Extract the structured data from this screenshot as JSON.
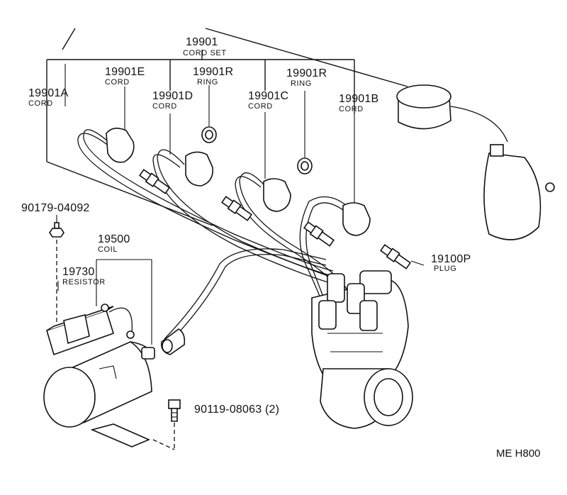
{
  "parts": {
    "cord_set": {
      "number": "19901",
      "name": "CORD SET"
    },
    "cord_e": {
      "number": "19901E",
      "name": "CORD"
    },
    "ring_1": {
      "number": "19901R",
      "name": "RING"
    },
    "ring_2": {
      "number": "19901R",
      "name": "RING"
    },
    "cord_a": {
      "number": "19901A",
      "name": "CORD"
    },
    "cord_d": {
      "number": "19901D",
      "name": "CORD"
    },
    "cord_c": {
      "number": "19901C",
      "name": "CORD"
    },
    "cord_b": {
      "number": "19901B",
      "name": "CORD"
    },
    "bolt": {
      "number": "90179-04092",
      "name": ""
    },
    "coil": {
      "number": "19500",
      "name": "COIL"
    },
    "resistor": {
      "number": "19730",
      "name": "RESISTOR"
    },
    "plug": {
      "number": "19100P",
      "name": "PLUG"
    },
    "screw": {
      "number": "90119-08063 (2)",
      "name": ""
    }
  },
  "reference_code": "ME H800"
}
